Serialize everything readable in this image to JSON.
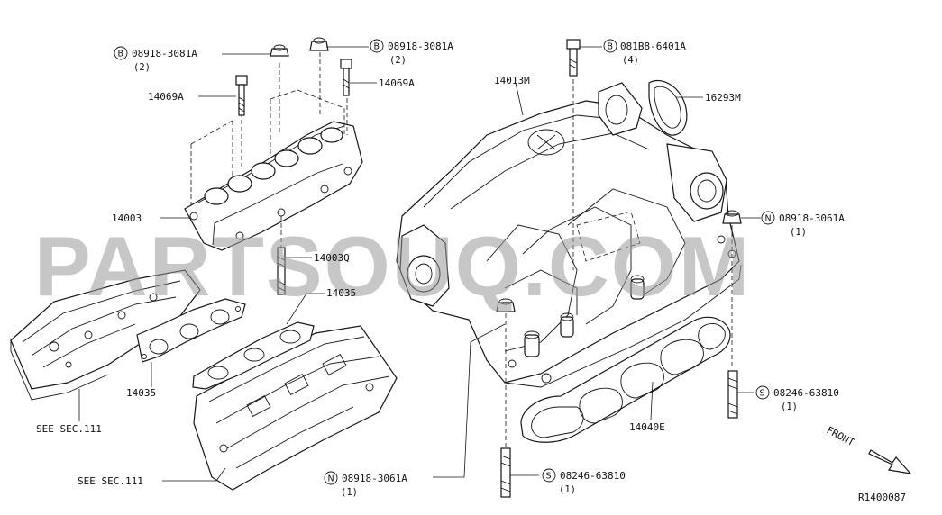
{
  "diagram_id": "R1400087",
  "watermark": "PARTSOUQ.COM",
  "front_label": "FRONT",
  "callouts": {
    "bolt_b_left": {
      "prefix": "B",
      "code": "08918-3081A",
      "qty": "(2)"
    },
    "bolt_b_center": {
      "prefix": "B",
      "code": "08918-3081A",
      "qty": "(2)"
    },
    "bolt_b_right": {
      "prefix": "B",
      "code": "081B8-6401A",
      "qty": "(4)"
    },
    "nut_n_right": {
      "prefix": "N",
      "code": "08918-3061A",
      "qty": "(1)"
    },
    "nut_n_bottom": {
      "prefix": "N",
      "code": "08918-3061A",
      "qty": "(1)"
    },
    "stud_s_right": {
      "prefix": "S",
      "code": "08246-63810",
      "qty": "(1)"
    },
    "stud_s_bottom": {
      "prefix": "S",
      "code": "08246-63810",
      "qty": "(1)"
    }
  },
  "parts": {
    "bolt_left": "14069A",
    "bolt_center": "14069A",
    "intake_collector": "14013M",
    "throttle_gasket": "16293M",
    "intake_manifold_lower": "14003",
    "stud": "14003Q",
    "gasket_right": "14035",
    "gasket_left": "14035",
    "collector_gasket": "14040E"
  },
  "references": {
    "see_sec_upper": "SEE SEC.111",
    "see_sec_lower": "SEE SEC.111"
  }
}
